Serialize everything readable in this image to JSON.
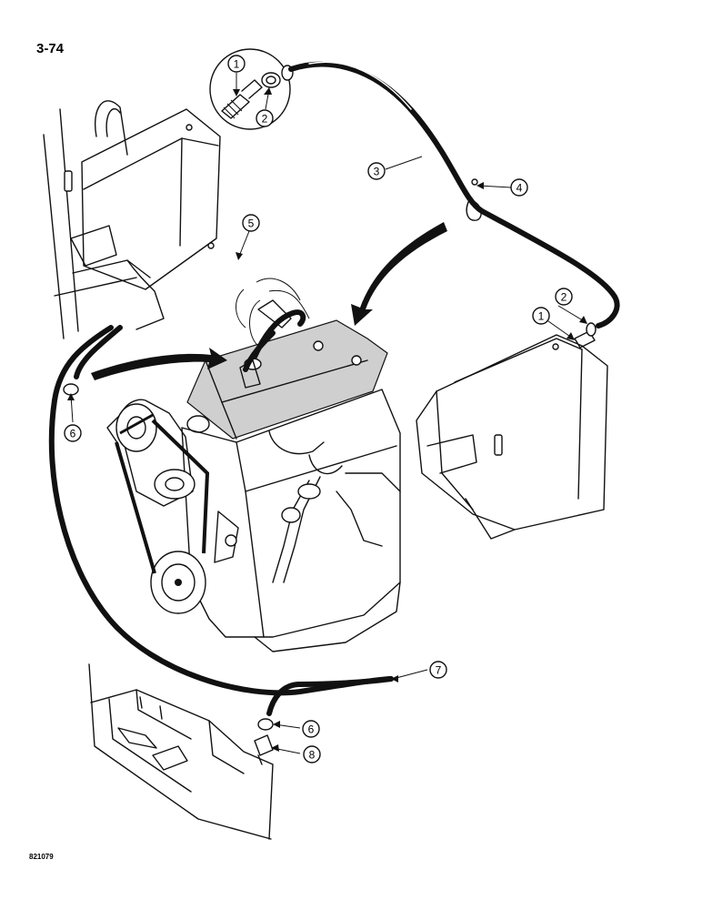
{
  "page_number": "3-74",
  "figure_number": "821079",
  "callouts": [
    {
      "id": "c1a",
      "label": "1"
    },
    {
      "id": "c2a",
      "label": "2"
    },
    {
      "id": "c3",
      "label": "3"
    },
    {
      "id": "c4",
      "label": "4"
    },
    {
      "id": "c5",
      "label": "5"
    },
    {
      "id": "c2b",
      "label": "2"
    },
    {
      "id": "c1b",
      "label": "1"
    },
    {
      "id": "c6a",
      "label": "6"
    },
    {
      "id": "c7",
      "label": "7"
    },
    {
      "id": "c6b",
      "label": "6"
    },
    {
      "id": "c8",
      "label": "8"
    }
  ]
}
